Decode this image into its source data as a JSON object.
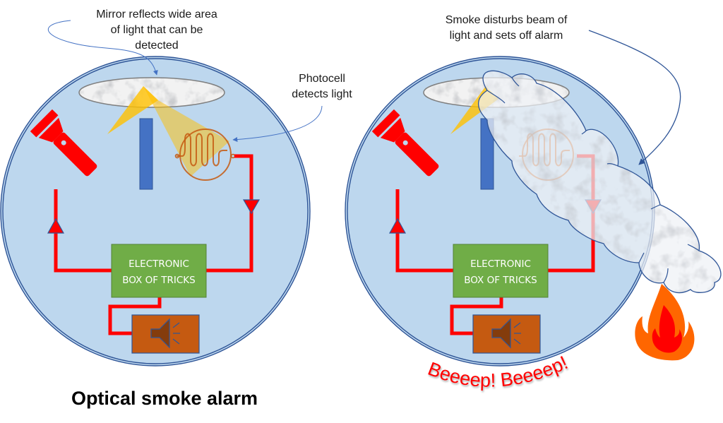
{
  "colors": {
    "chamber_fill": "#bdd7ee",
    "chamber_stroke": "#2f5597",
    "circuit_wire": "#ff0000",
    "flashlight": "#ff0000",
    "light_beam": "#ffc000",
    "blocker": "#4472c4",
    "photocell": "#c55a11",
    "logic_box": "#70ad47",
    "speaker_box": "#c55a11",
    "speaker_icon": "#843c0c",
    "smoke_outline": "#2f5597",
    "beep_text": "#ff0000",
    "flame_outer": "#ff6600",
    "flame_inner": "#ff0000"
  },
  "left_panel": {
    "callout_mirror": [
      "Mirror reflects wide area",
      "of light that can be",
      "detected"
    ],
    "callout_photocell": [
      "Photocell",
      "detects light"
    ],
    "logic_box_label": [
      "ELECTRONIC",
      "BOX OF TRICKS"
    ],
    "caption": "Optical smoke alarm"
  },
  "right_panel": {
    "callout_smoke": [
      "Smoke disturbs beam of",
      "light and sets off alarm"
    ],
    "logic_box_label": [
      "ELECTRONIC",
      "BOX OF TRICKS"
    ],
    "alarm_sound": "Beeeep! Beeeep!"
  }
}
